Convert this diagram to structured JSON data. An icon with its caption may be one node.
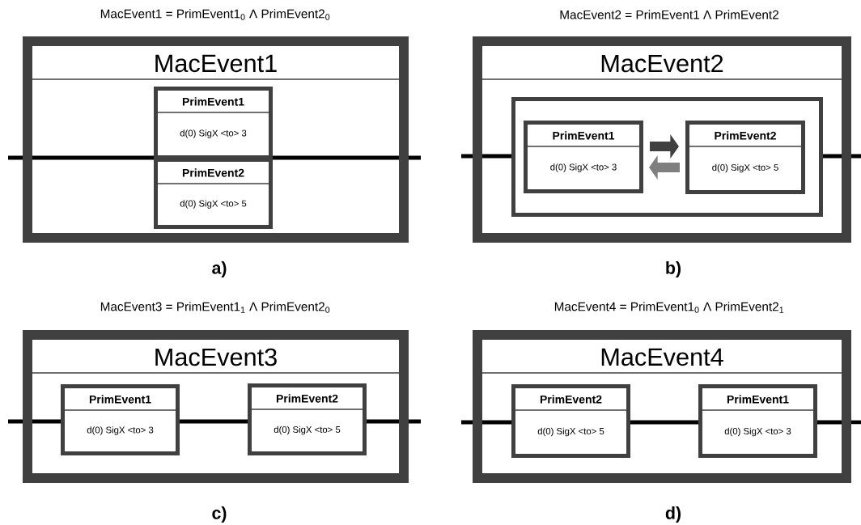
{
  "diagram": {
    "nodes": [
      {
        "text": [
          "MacEvent1"
        ]
      },
      {
        "text": [],
        "shape": "box",
        "in": 0
      },
      {
        "text": [
          "PrimEvent1",
          "d(0) SigX <to> 3"
        ],
        "in": 1
      },
      {
        "text": [
          "PrimEvent2",
          "d(0) SigX <to> 5"
        ],
        "in": 1
      },
      {
        "text": [
          "MacEvent2"
        ]
      },
      {
        "text": [],
        "shape": "box",
        "in": 4
      },
      {
        "text": [
          "PrimEvent1",
          "d(0) SigX <to> 3"
        ],
        "in": 5
      },
      {
        "text": [
          "PrimEvent2",
          "d(0) SigX <to> 5"
        ],
        "in": 5
      },
      {
        "text": [
          "MacEvent3"
        ]
      },
      {
        "text": [
          "PrimEvent1",
          "d(0) SigX <to> 3"
        ],
        "in": 8
      },
      {
        "text": [
          "PrimEvent2",
          "d(0) SigX <to> 5"
        ],
        "in": 8
      },
      {
        "text": [
          "MacEvent4"
        ]
      },
      {
        "text": [
          "PrimEvent2",
          "d(0) SigX <to> 5"
        ],
        "in": 11
      },
      {
        "text": [
          "PrimEvent1",
          "d(0) SigX <to> 3"
        ],
        "in": 11
      }
    ],
    "edges": [
      {
        "from": null,
        "to": 0,
        "arrow": "none"
      },
      {
        "from": 0,
        "to": 1,
        "arrow": "none"
      },
      {
        "from": 1,
        "to": 0,
        "arrow": "none"
      },
      {
        "from": 0,
        "to": null,
        "arrow": "none"
      },
      {
        "from": null,
        "to": 4,
        "arrow": "none"
      },
      {
        "from": 4,
        "to": 5,
        "arrow": "none"
      },
      {
        "from": 5,
        "to": 4,
        "arrow": "none"
      },
      {
        "from": 4,
        "to": null,
        "arrow": "none"
      },
      {
        "from": 6,
        "to": 7,
        "arrow": "to",
        "style": "thick",
        "color": "#404040"
      },
      {
        "from": 7,
        "to": 6,
        "arrow": "to",
        "style": "thick",
        "color": "#7f7f7f"
      },
      {
        "from": null,
        "to": 8,
        "arrow": "none"
      },
      {
        "from": 8,
        "to": 9,
        "arrow": "none"
      },
      {
        "from": 9,
        "to": 10,
        "arrow": "none"
      },
      {
        "from": 10,
        "to": 8,
        "arrow": "none"
      },
      {
        "from": 8,
        "to": null,
        "arrow": "none"
      },
      {
        "from": null,
        "to": 11,
        "arrow": "none"
      },
      {
        "from": 11,
        "to": 12,
        "arrow": "none"
      },
      {
        "from": 12,
        "to": 13,
        "arrow": "none"
      },
      {
        "from": 13,
        "to": 11,
        "arrow": "none"
      },
      {
        "from": 11,
        "to": null,
        "arrow": "none"
      }
    ],
    "labels": [
      "MacEvent1 = PrimEvent1$_{0}$ Λ PrimEvent2$_{0}$",
      "MacEvent2 = PrimEvent1 Λ PrimEvent2",
      "a)",
      "b)",
      "MacEvent3 = PrimEvent1$_{1}$ Λ PrimEvent2$_{0}$",
      "MacEvent4 = PrimEvent1$_{0}$ Λ PrimEvent2$_{1}$",
      "c)",
      "d)"
    ]
  }
}
